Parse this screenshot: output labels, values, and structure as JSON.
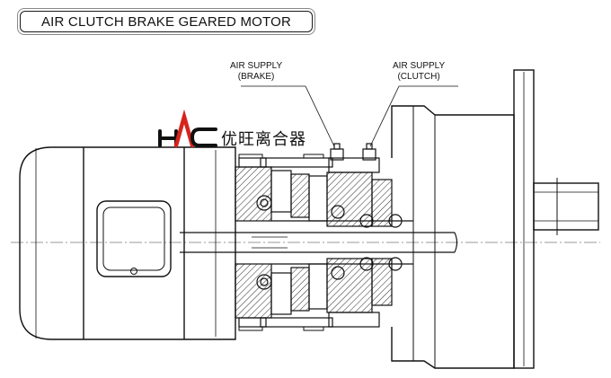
{
  "title": "AIR CLUTCH BRAKE GEARED MOTOR",
  "callouts": {
    "brake_line1": "AIR SUPPLY",
    "brake_line2": "(BRAKE)",
    "clutch_line1": "AIR SUPPLY",
    "clutch_line2": "(CLUTCH)"
  },
  "brand": {
    "logo_letters": "HAC",
    "name_cn": "优旺离合器"
  },
  "colors": {
    "line": "#111111",
    "logo_red": "#d6231d",
    "logo_black": "#111111"
  }
}
